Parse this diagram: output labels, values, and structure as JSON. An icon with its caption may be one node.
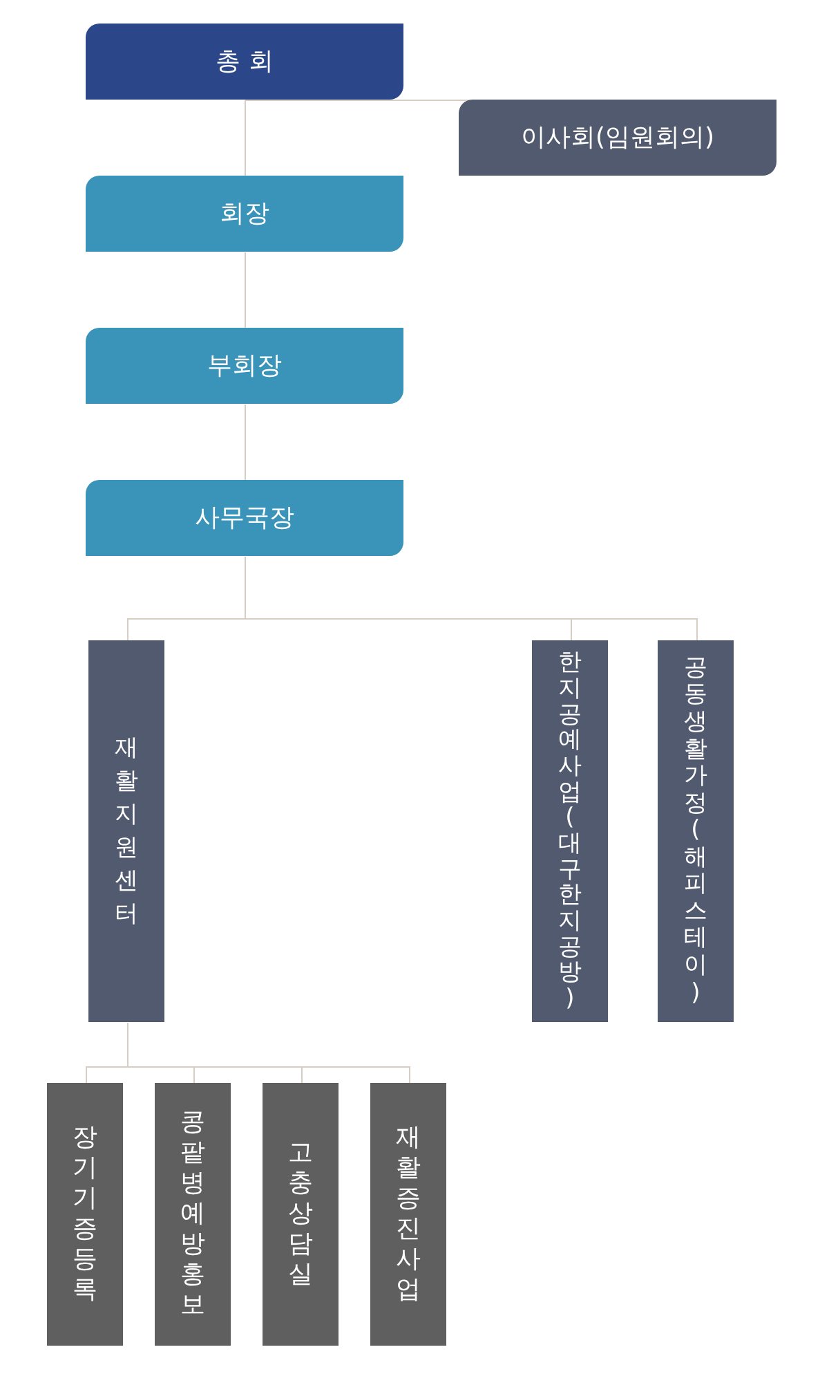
{
  "diagram": {
    "nodes": [
      {
        "text": [
          "총 회"
        ]
      },
      {
        "text": [
          "이사회(임원회의)"
        ]
      },
      {
        "text": [
          "회장"
        ]
      },
      {
        "text": [
          "부회장"
        ]
      },
      {
        "text": [
          "사무국장"
        ]
      },
      {
        "text": [
          "재활지원센터"
        ]
      },
      {
        "text": [
          "한지공예사업(대구한지공방)"
        ]
      },
      {
        "text": [
          "공동생활가정(해피스테이)"
        ]
      },
      {
        "text": [
          "장기기증등록"
        ]
      },
      {
        "text": [
          "콩팥병예방홍보"
        ]
      },
      {
        "text": [
          "고충상담실"
        ]
      },
      {
        "text": [
          "재활증진사업"
        ]
      }
    ],
    "edges": [
      {
        "from": 0,
        "to": 1,
        "arrow": "none"
      },
      {
        "from": 0,
        "to": 2,
        "arrow": "none"
      },
      {
        "from": 2,
        "to": 3,
        "arrow": "none"
      },
      {
        "from": 3,
        "to": 4,
        "arrow": "none"
      },
      {
        "from": 4,
        "to": 5,
        "arrow": "none"
      },
      {
        "from": 4,
        "to": 6,
        "arrow": "none"
      },
      {
        "from": 4,
        "to": 7,
        "arrow": "none"
      },
      {
        "from": 5,
        "to": 8,
        "arrow": "none"
      },
      {
        "from": 5,
        "to": 9,
        "arrow": "none"
      },
      {
        "from": 5,
        "to": 10,
        "arrow": "none"
      },
      {
        "from": 5,
        "to": 11,
        "arrow": "none"
      }
    ]
  }
}
